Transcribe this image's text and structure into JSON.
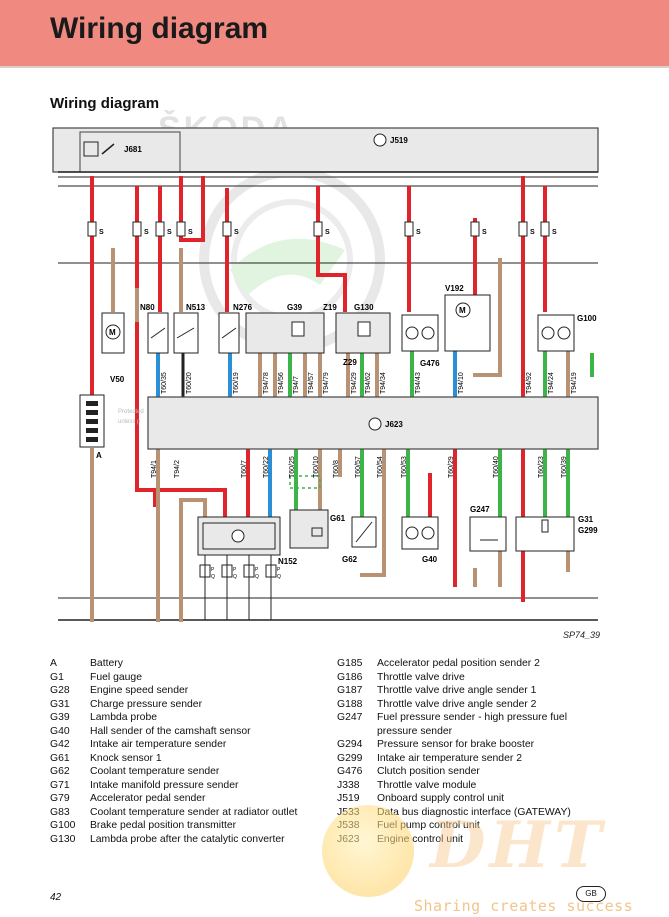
{
  "header": {
    "title": "Wiring diagram"
  },
  "section_title": "Wiring diagram",
  "diagram": {
    "figure_id": "SP74_39",
    "watermark": "ŠKODA",
    "colors": {
      "red": "#e0242c",
      "brown": "#b89272",
      "blue": "#2a8fd4",
      "green": "#3cb448",
      "black": "#222222"
    },
    "components": {
      "J681": "J681",
      "J519": "J519",
      "N80": "N80",
      "N513": "N513",
      "N276": "N276",
      "G39": "G39",
      "Z19": "Z19",
      "G130": "G130",
      "Z29": "Z29",
      "V192": "V192",
      "G100": "G100",
      "G476": "G476",
      "V50": "V50",
      "A": "A",
      "J623": "J623",
      "G61": "G61",
      "G62": "G62",
      "G40": "G40",
      "G247": "G247",
      "G31": "G31",
      "G299": "G299",
      "N152": "N152"
    },
    "fuse_label": "S",
    "top_pins": [
      "T60/35",
      "T60/20",
      "T60/19",
      "T94/78",
      "T94/56",
      "T94/7",
      "T94/57",
      "T94/79",
      "T94/29",
      "T94/62",
      "T94/34",
      "T94/43",
      "T94/10",
      "T94/92",
      "T94/24",
      "T94/19"
    ],
    "bottom_pins": [
      "T94/1",
      "T94/2",
      "T60/7",
      "T60/22",
      "T60/25",
      "T60/10",
      "T60/8",
      "T60/57",
      "T60/54",
      "T60/53",
      "T60/29",
      "T60/40",
      "T60/23",
      "T60/39"
    ],
    "ignition_pins": [
      "P",
      "Q",
      "P",
      "Q",
      "P",
      "Q",
      "P",
      "Q"
    ],
    "faded_text": [
      "Protected",
      "unless p"
    ]
  },
  "legend": {
    "left": [
      {
        "code": "A",
        "desc": "Battery"
      },
      {
        "code": "G1",
        "desc": "Fuel gauge"
      },
      {
        "code": "G28",
        "desc": "Engine speed sender"
      },
      {
        "code": "G31",
        "desc": "Charge pressure sender"
      },
      {
        "code": "G39",
        "desc": "Lambda probe"
      },
      {
        "code": "G40",
        "desc": "Hall sender of the camshaft sensor"
      },
      {
        "code": "G42",
        "desc": "Intake air temperature sender"
      },
      {
        "code": "G61",
        "desc": "Knock sensor 1"
      },
      {
        "code": "G62",
        "desc": "Coolant temperature sender"
      },
      {
        "code": "G71",
        "desc": "Intake manifold pressure sender"
      },
      {
        "code": "G79",
        "desc": "Accelerator pedal sender"
      },
      {
        "code": "G83",
        "desc": "Coolant temperature sender at radiator outlet"
      },
      {
        "code": "G100",
        "desc": "Brake pedal position transmitter"
      },
      {
        "code": "G130",
        "desc": "Lambda probe after the catalytic converter"
      }
    ],
    "right": [
      {
        "code": "G185",
        "desc": "Accelerator pedal position sender 2"
      },
      {
        "code": "G186",
        "desc": "Throttle valve drive"
      },
      {
        "code": "G187",
        "desc": "Throttle valve drive angle sender 1"
      },
      {
        "code": "G188",
        "desc": "Throttle valve drive angle sender 2"
      },
      {
        "code": "G247",
        "desc": "Fuel pressure sender - high pressure fuel pressure sender"
      },
      {
        "code": "G294",
        "desc": "Pressure sensor for brake booster"
      },
      {
        "code": "G299",
        "desc": "Intake air temperature sender 2"
      },
      {
        "code": "G476",
        "desc": "Clutch position sender"
      },
      {
        "code": "J338",
        "desc": "Throttle valve module"
      },
      {
        "code": "J519",
        "desc": "Onboard supply control unit"
      },
      {
        "code": "J533",
        "desc": "Data bus diagnostic interface (GATEWAY)"
      },
      {
        "code": "J538",
        "desc": "Fuel pump control unit"
      },
      {
        "code": "J623",
        "desc": "Engine control unit"
      }
    ]
  },
  "footer": {
    "page_number": "42",
    "lang_badge": "GB"
  },
  "watermark": {
    "logo_text": "DHT",
    "slogan": "Sharing creates success"
  }
}
